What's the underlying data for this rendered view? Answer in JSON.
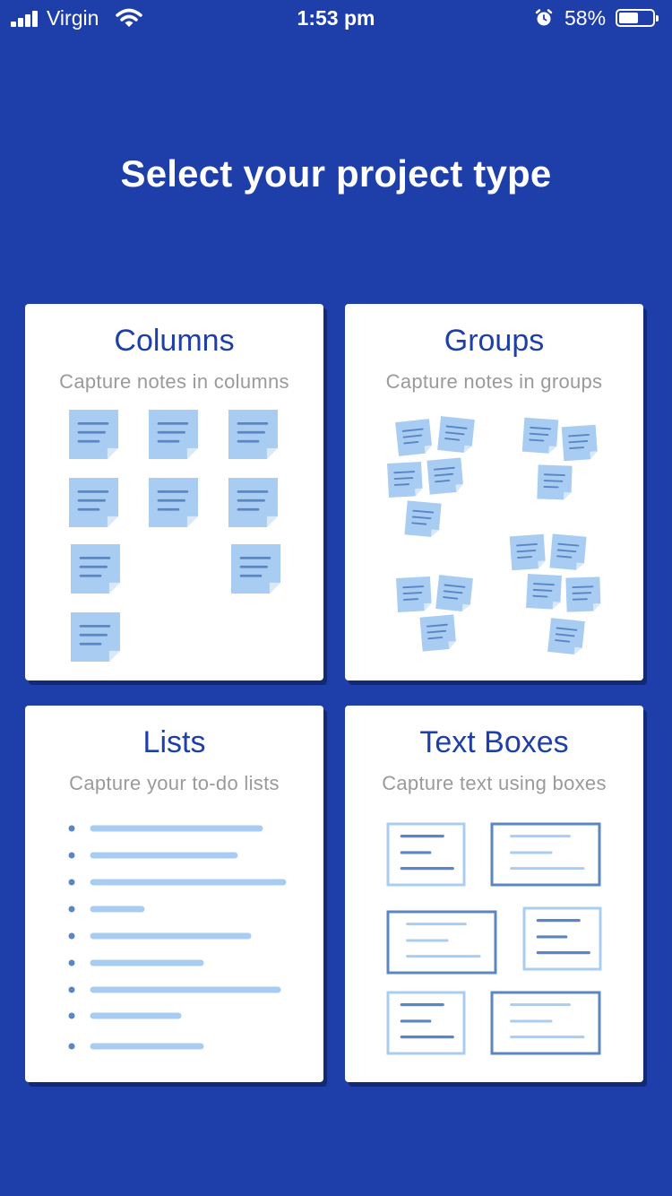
{
  "status_bar": {
    "carrier": "Virgin",
    "time": "1:53 pm",
    "battery": "58%",
    "battery_level": 0.58,
    "icons": [
      "signal-bars-icon",
      "wifi-icon",
      "alarm-icon",
      "battery-icon"
    ]
  },
  "page_title": "Select your project type",
  "cards": [
    {
      "id": "columns",
      "title": "Columns",
      "subtitle": "Capture notes in columns"
    },
    {
      "id": "groups",
      "title": "Groups",
      "subtitle": "Capture notes in groups"
    },
    {
      "id": "lists",
      "title": "Lists",
      "subtitle": "Capture your to-do lists"
    },
    {
      "id": "text-boxes",
      "title": "Text Boxes",
      "subtitle": "Capture text using boxes"
    }
  ],
  "colors": {
    "background": "#1e3faa",
    "card": "#ffffff",
    "accent_title": "#1e3fa8",
    "subtitle": "#9a9a9a",
    "note_fill": "#a9cdf2",
    "note_line": "#5b86c4"
  }
}
